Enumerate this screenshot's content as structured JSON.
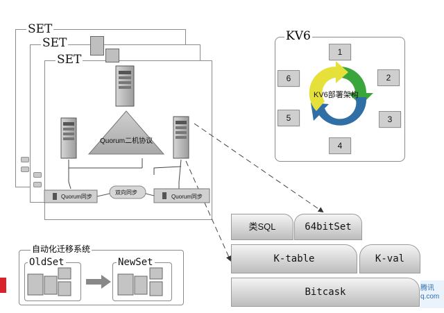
{
  "sets": {
    "label1": "SET",
    "label2": "SET",
    "label3": "SET"
  },
  "quorum": {
    "protocol_label": "Quorum二机协议",
    "sync_left": "Quorum同步",
    "sync_right": "Quorum同步",
    "bidir_sync": "双向同步"
  },
  "kv6": {
    "title": "KV6",
    "center_label": "KV6部署架构",
    "nodes": [
      "1",
      "2",
      "3",
      "4",
      "5",
      "6"
    ]
  },
  "layers": {
    "sql": "类SQL",
    "bitset": "64bitSet",
    "ktable": "K-table",
    "kval": "K-val",
    "bitcask": "Bitcask"
  },
  "migration": {
    "title": "自动化迁移系统",
    "old": "OldSet",
    "new": "NewSet"
  },
  "colors": {
    "arrow_green": "#3aa53a",
    "arrow_blue": "#2f6fa5",
    "arrow_yellow": "#e5e03a",
    "server_gray": "#bfbfbf",
    "accent_red": "#d8232a"
  },
  "watermark": {
    "text": "腾讯 q.com"
  }
}
